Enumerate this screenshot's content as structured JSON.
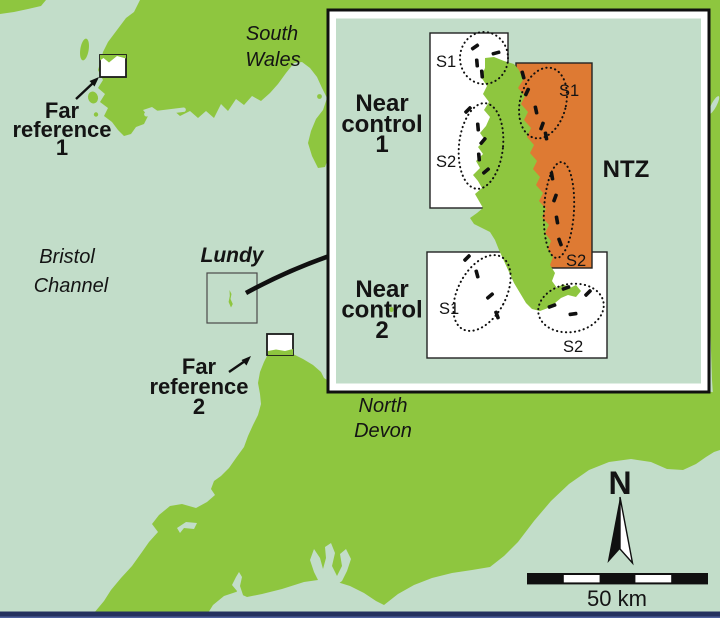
{
  "colors": {
    "sea": "#c2ddc9",
    "land": "#8ec63f",
    "ntz": "#de7a33",
    "ink": "#141414",
    "footer": "#25315f",
    "footer_edge": "#51629f"
  },
  "ocean_labels": {
    "south_wales": [
      "South",
      "Wales"
    ],
    "bristol_channel": [
      "Bristol",
      "Channel"
    ],
    "north_devon": [
      "North",
      "Devon"
    ]
  },
  "places": {
    "lundy": "Lundy"
  },
  "reference_areas": {
    "far_reference_1": [
      "Far",
      "reference",
      "1"
    ],
    "far_reference_2": [
      "Far",
      "reference",
      "2"
    ]
  },
  "inset": {
    "near_control_1": [
      "Near",
      "control",
      "1"
    ],
    "near_control_2": [
      "Near",
      "control",
      "2"
    ],
    "ntz_label": "NTZ",
    "site_labels": {
      "nc1_s1": "S1",
      "nc1_s2": "S2",
      "ntz_s1": "S1",
      "ntz_s2": "S2",
      "nc2_s1": "S1",
      "nc2_s2": "S2"
    }
  },
  "compass_label": "N",
  "scale_bar_label": "50 km"
}
